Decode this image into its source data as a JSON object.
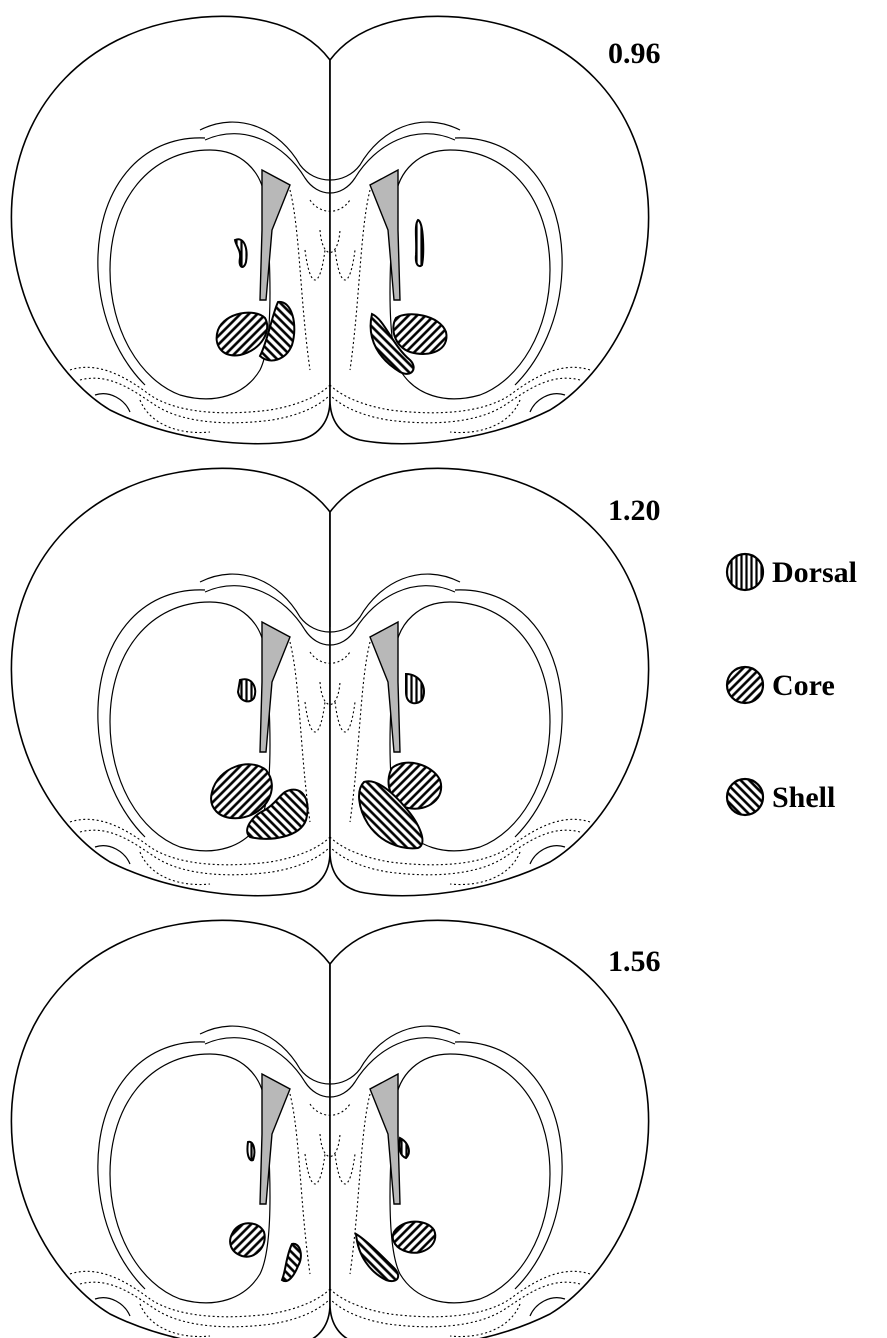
{
  "sections": [
    {
      "level": "0.96"
    },
    {
      "level": "1.20"
    },
    {
      "level": "1.56"
    }
  ],
  "legend": [
    {
      "label": "Dorsal",
      "pattern": "vertical-stripes"
    },
    {
      "label": "Core",
      "pattern": "forward-diagonal-stripes"
    },
    {
      "label": "Shell",
      "pattern": "backward-diagonal-stripes"
    }
  ],
  "colors": {
    "ventricle": "#b8b8b8",
    "stroke": "#000000",
    "background": "#ffffff"
  }
}
